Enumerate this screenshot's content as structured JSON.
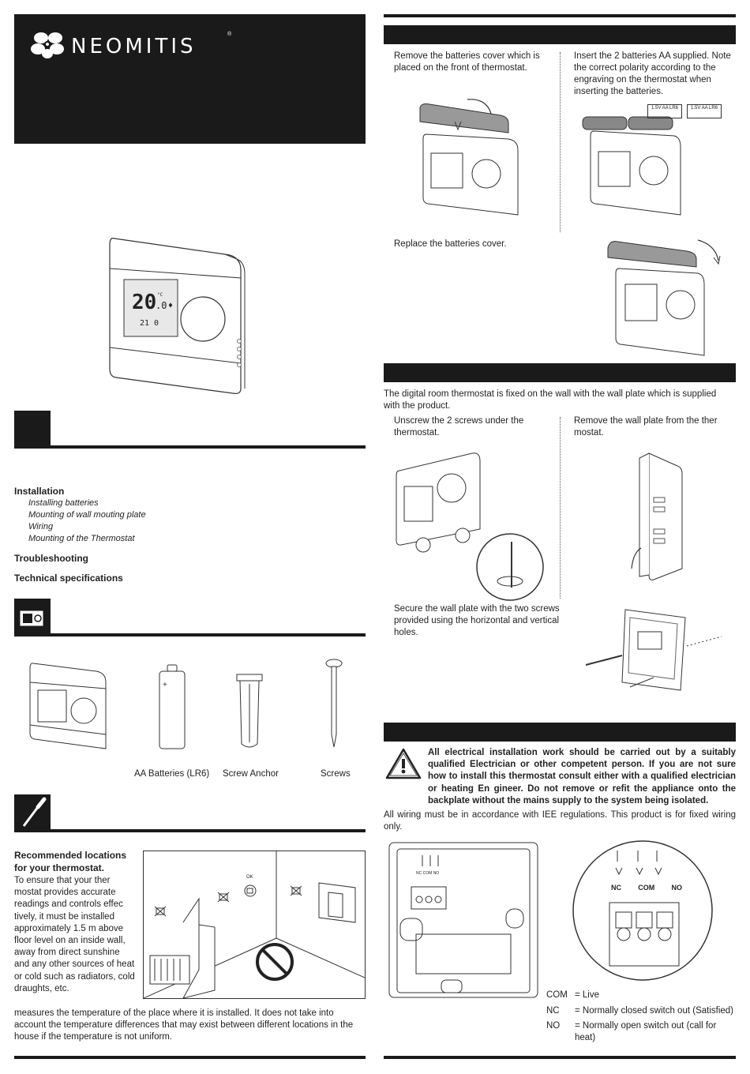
{
  "brand": {
    "name": "NEOMITIS",
    "reg": "®"
  },
  "display": {
    "temp_main": "20",
    "temp_unit": "°C",
    "temp_dec": ".0",
    "small": "21 0"
  },
  "toc": {
    "items": [
      {
        "label": "Installation",
        "subs": [
          "Installing batteries",
          "Mounting of wall mouting plate",
          "Wiring",
          "Mounting of the Thermostat"
        ]
      },
      {
        "label": "Troubleshooting",
        "subs": []
      },
      {
        "label": "Technical specifications",
        "subs": []
      }
    ]
  },
  "contents": {
    "batteries_label": "AA Batteries (LR6)",
    "anchor_label": "Screw Anchor",
    "screws_label": "Screws"
  },
  "location": {
    "heading": "Recommended locations for your thermostat.",
    "body": "To ensure that your thermostat provides accurate readings and controls effectively, it must be installed approximately 1.5 m above floor level on an inside wall, away from direct sunshine and any other sources of heat or cold such as radiators, cold draughts, etc.",
    "body_lines": [
      "To ensure that your ther",
      "mostat provides accurate",
      "readings and controls effec",
      "tively, it must be installed",
      "approximately 1.5 m above",
      "floor level on an inside wall,",
      "away from direct sunshine",
      "and any other sources of heat",
      "or cold such as radiators, cold",
      "draughts, etc."
    ],
    "continuation": "measures the temperature of the place where it is installed. It does not take into account the temperature differences that may exist between different locations  in the house if the temperature is not uniform.",
    "ok_label": "OK"
  },
  "batteries": {
    "step1": "Remove the batteries cover which is placed on the front of thermostat.",
    "step2": "Insert the 2 batteries AA supplied. Note the correct polarity according to the engraving on the thermostat when inserting the batteries.",
    "step3": "Replace the batteries cover.",
    "battery_marking": "1.5V AA LR6"
  },
  "wallplate": {
    "intro": "The digital room thermostat is fixed on the wall with the wall plate which is supplied with the product.",
    "step1": "Unscrew the 2 screws under the thermostat.",
    "step2": "Remove the wall plate from the ther mostat.",
    "step3": "Secure the wall plate with the two screws provided using the horizontal and vertical holes."
  },
  "wiring": {
    "warning": "All electrical installation work should be carried out by a suitably qualified Electrician or other competent person. If you are not sure how to install this thermostat consult either with a qualified electrician or heating En gineer. Do not remove or refit the appliance onto the backplate without the mains supply to the system being isolated.",
    "regulations": "All wiring must be in accordance with IEE regulations. This product is for fixed wiring only.",
    "terminals": [
      "NC",
      "COM",
      "NO"
    ],
    "legend": [
      {
        "key": "COM",
        "value": "= Live"
      },
      {
        "key": "NC",
        "value": "= Normally closed switch out (Satisfied)"
      },
      {
        "key": "NO",
        "value": "= Normally open switch out (call for heat)"
      }
    ]
  }
}
